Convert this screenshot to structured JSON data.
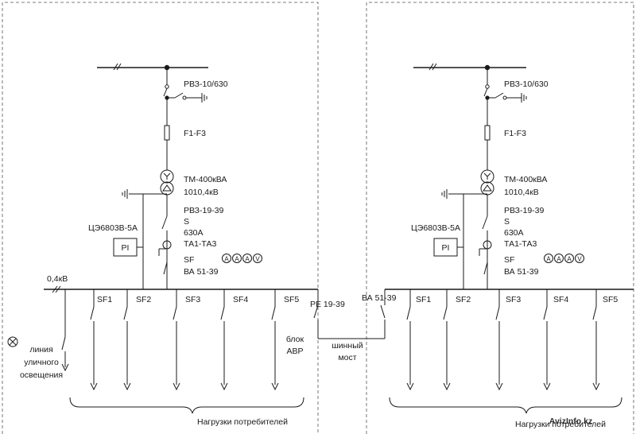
{
  "left": {
    "disconnector": "РВЗ-10/630",
    "fuse": "F1-F3",
    "transformer_power": "ТМ-400кВА",
    "transformer_voltage": "1010,4кВ",
    "breaker_model": "РВЗ-19-39",
    "breaker_s": "S",
    "breaker_current": "630А",
    "current_transformers": "ТА1-ТА3",
    "sf_label": "SF",
    "sf_model": "ВА 51-39",
    "meter": "ЦЭ6803В-5А",
    "meter_box": "PI",
    "bus_voltage": "0,4кВ",
    "feeders": [
      "SF1",
      "SF2",
      "SF3",
      "SF4",
      "SF5"
    ],
    "street_light": [
      "линия",
      "уличного",
      "освещения"
    ],
    "loads": "Нагрузки потребителей"
  },
  "center": {
    "re_label": "РЕ 19-39",
    "va_label": "ВА 51-39",
    "avr": [
      "блок",
      "АВР"
    ],
    "bridge": [
      "шинный",
      "мост"
    ]
  },
  "right": {
    "disconnector": "РВЗ-10/630",
    "fuse": "F1-F3",
    "transformer_power": "ТМ-400кВА",
    "transformer_voltage": "1010,4кВ",
    "breaker_model": "РВЗ-19-39",
    "breaker_s": "S",
    "breaker_current": "630А",
    "current_transformers": "ТА1-ТА3",
    "sf_label": "SF",
    "sf_model": "ВА 51-39",
    "meter": "ЦЭ6803В-5А",
    "meter_box": "PI",
    "feeders": [
      "SF1",
      "SF2",
      "SF3",
      "SF4",
      "SF5"
    ],
    "loads": "Нагрузки потребителей"
  },
  "meters": [
    "A",
    "A",
    "A",
    "V"
  ],
  "watermark": "AvizInfo.kz"
}
